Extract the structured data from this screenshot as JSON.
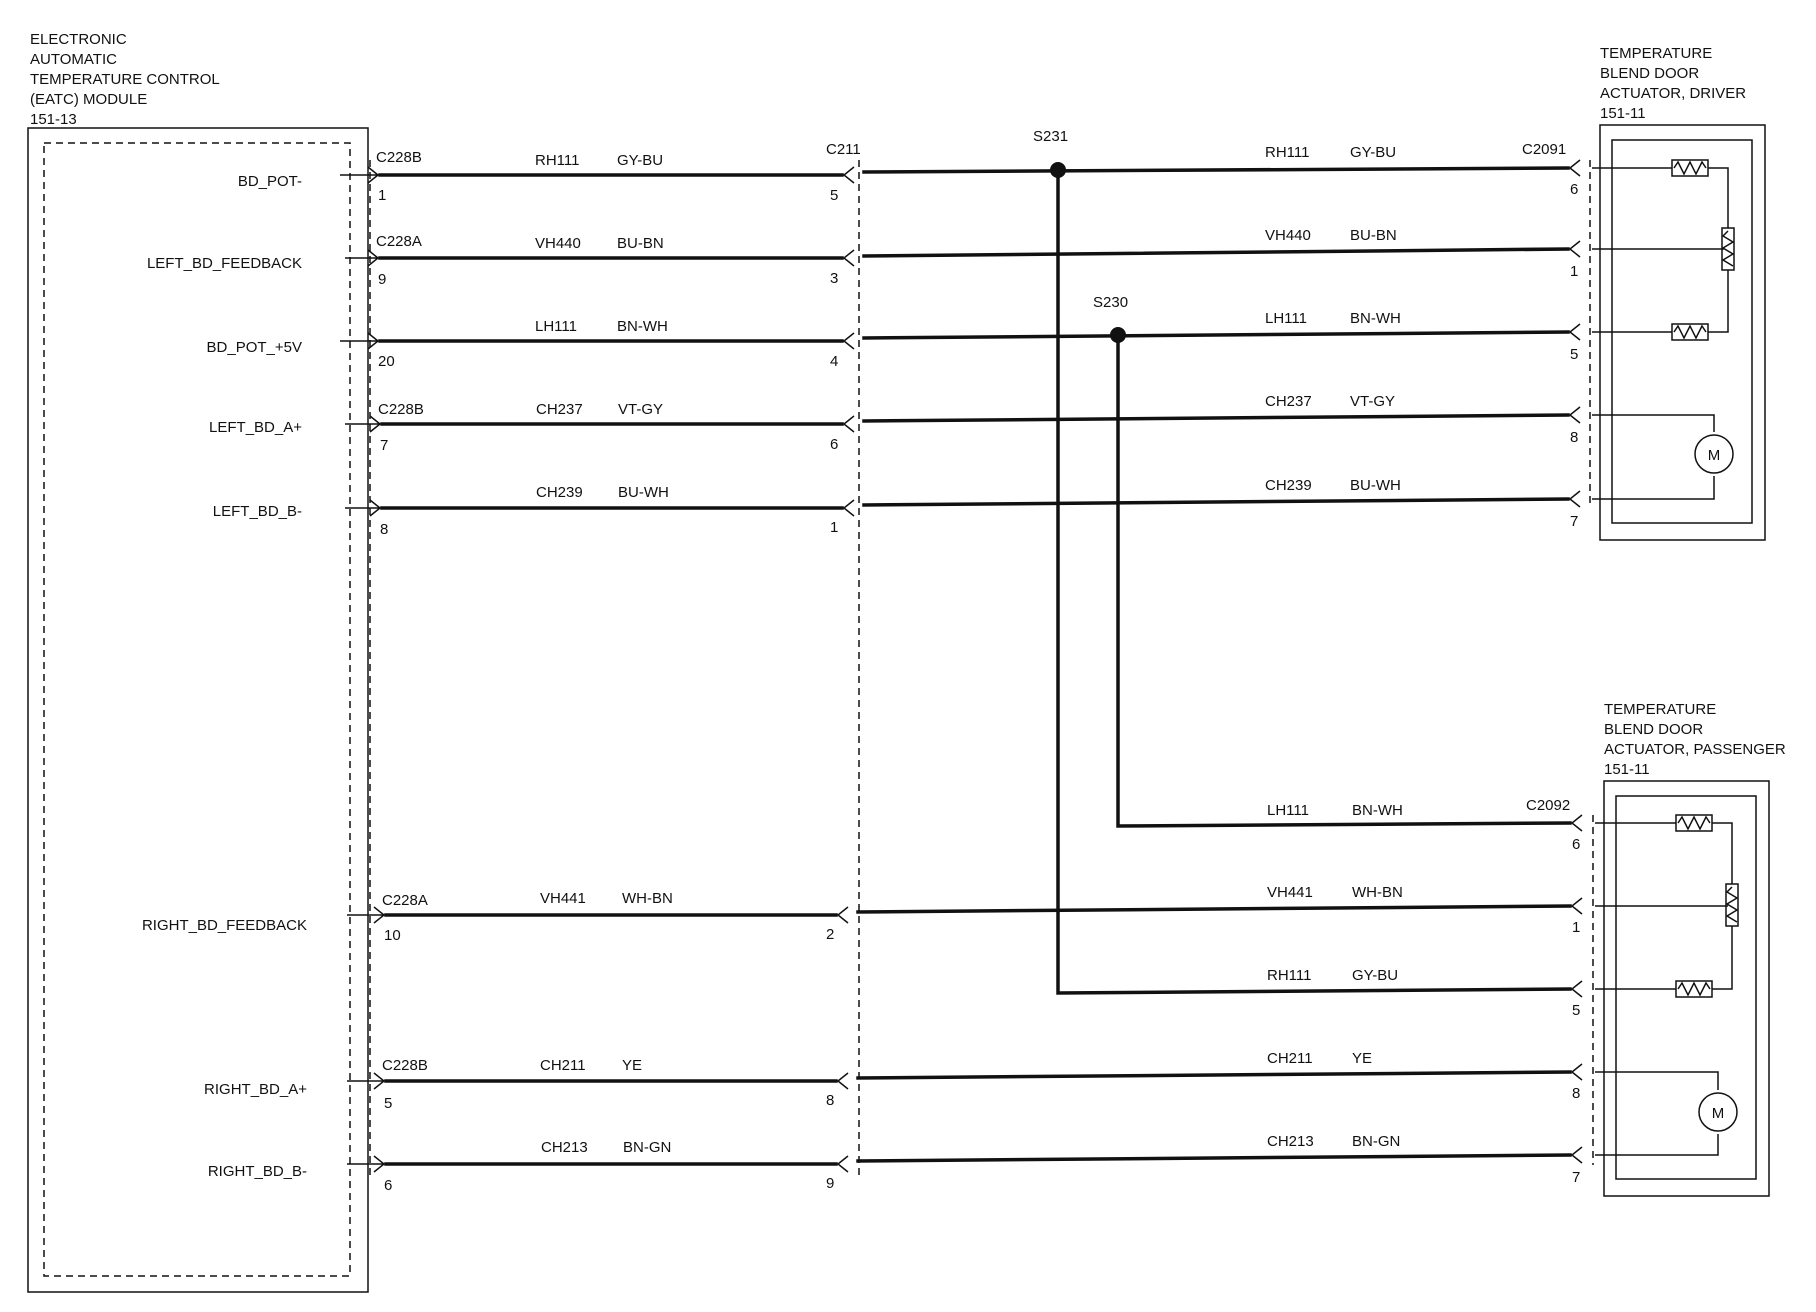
{
  "eatc_module": {
    "title": [
      "ELECTRONIC",
      "AUTOMATIC",
      "TEMPERATURE CONTROL",
      "(EATC) MODULE",
      "151-13"
    ],
    "pins": [
      {
        "label": "BD_POT-",
        "connector": "C228B",
        "pin": "1"
      },
      {
        "label": "LEFT_BD_FEEDBACK",
        "connector": "C228A",
        "pin": "9"
      },
      {
        "label": "BD_POT_+5V",
        "connector": "",
        "pin": "20"
      },
      {
        "label": "LEFT_BD_A+",
        "connector": "C228B",
        "pin": "7"
      },
      {
        "label": "LEFT_BD_B-",
        "connector": "",
        "pin": "8"
      },
      {
        "label": "RIGHT_BD_FEEDBACK",
        "connector": "C228A",
        "pin": "10"
      },
      {
        "label": "RIGHT_BD_A+",
        "connector": "C228B",
        "pin": "5"
      },
      {
        "label": "RIGHT_BD_B-",
        "connector": "",
        "pin": "6"
      }
    ]
  },
  "inline_connector": {
    "name": "C211",
    "pins": [
      "5",
      "3",
      "4",
      "6",
      "1",
      "2",
      "8",
      "9"
    ]
  },
  "left_wires": [
    {
      "circuit": "RH111",
      "color": "GY-BU"
    },
    {
      "circuit": "VH440",
      "color": "BU-BN"
    },
    {
      "circuit": "LH111",
      "color": "BN-WH"
    },
    {
      "circuit": "CH237",
      "color": "VT-GY"
    },
    {
      "circuit": "CH239",
      "color": "BU-WH"
    },
    {
      "circuit": "VH441",
      "color": "WH-BN"
    },
    {
      "circuit": "CH211",
      "color": "YE"
    },
    {
      "circuit": "CH213",
      "color": "BN-GN"
    }
  ],
  "splices": {
    "s231": "S231",
    "s230": "S230"
  },
  "driver_actuator": {
    "title": [
      "TEMPERATURE",
      "BLEND DOOR",
      "ACTUATOR, DRIVER",
      "151-11"
    ],
    "connector": "C2091",
    "rows": [
      {
        "circuit": "RH111",
        "color": "GY-BU",
        "pin": "6"
      },
      {
        "circuit": "VH440",
        "color": "BU-BN",
        "pin": "1"
      },
      {
        "circuit": "LH111",
        "color": "BN-WH",
        "pin": "5"
      },
      {
        "circuit": "CH237",
        "color": "VT-GY",
        "pin": "8"
      },
      {
        "circuit": "CH239",
        "color": "BU-WH",
        "pin": "7"
      }
    ],
    "motor_label": "M"
  },
  "passenger_actuator": {
    "title": [
      "TEMPERATURE",
      "BLEND DOOR",
      "ACTUATOR, PASSENGER",
      "151-11"
    ],
    "connector": "C2092",
    "rows": [
      {
        "circuit": "LH111",
        "color": "BN-WH",
        "pin": "6"
      },
      {
        "circuit": "VH441",
        "color": "WH-BN",
        "pin": "1"
      },
      {
        "circuit": "RH111",
        "color": "GY-BU",
        "pin": "5"
      },
      {
        "circuit": "CH211",
        "color": "YE",
        "pin": "8"
      },
      {
        "circuit": "CH213",
        "color": "BN-GN",
        "pin": "7"
      }
    ],
    "motor_label": "M"
  }
}
